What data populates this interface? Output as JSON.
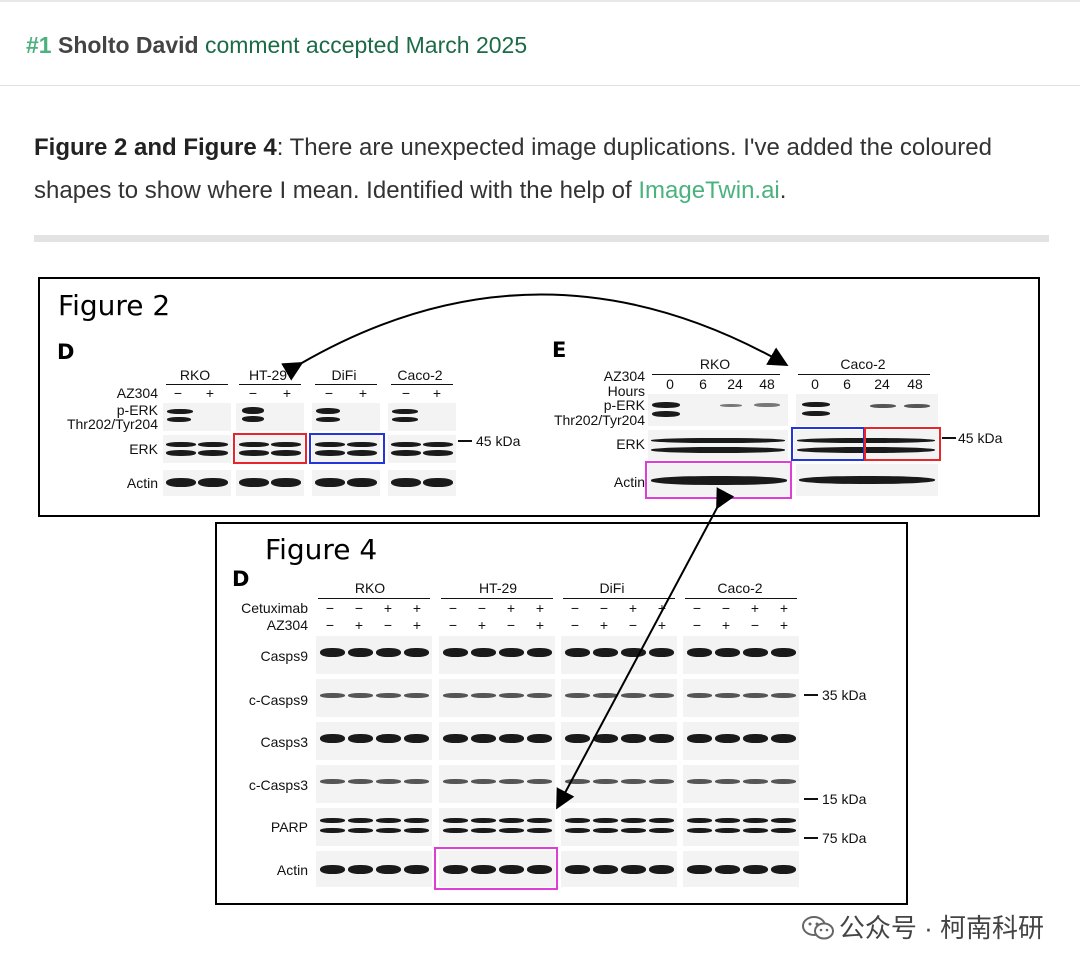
{
  "comment": {
    "number": "#1",
    "author": "Sholto David",
    "status": "comment accepted March 2025"
  },
  "body": {
    "bold": "Figure 2 and Figure 4",
    "text1": ": There are unexpected image duplications. I've added the coloured shapes to show where I mean. Identified with the help of ",
    "link": "ImageTwin.ai",
    "text2": "."
  },
  "fig2": {
    "title": "Figure 2",
    "D": {
      "letter": "D",
      "cells": [
        "RKO",
        "HT-29",
        "DiFi",
        "Caco-2"
      ],
      "treatment_label": "AZ304",
      "signs": [
        "−",
        "+"
      ],
      "rows": [
        "p-ERK",
        "Thr202/Tyr204",
        "ERK",
        "Actin"
      ],
      "kda": "45 kDa"
    },
    "E": {
      "letter": "E",
      "cells": [
        "RKO",
        "Caco-2"
      ],
      "treatment_label": "AZ304",
      "hours_label": "Hours",
      "hours": [
        "0",
        "6",
        "24",
        "48"
      ],
      "rows": [
        "p-ERK",
        "Thr202/Tyr204",
        "ERK",
        "Actin"
      ],
      "kda": "45 kDa"
    }
  },
  "fig4": {
    "title": "Figure 4",
    "D": {
      "letter": "D",
      "cells": [
        "RKO",
        "HT-29",
        "DiFi",
        "Caco-2"
      ],
      "treat1_label": "Cetuximab",
      "treat1_signs": [
        "−",
        "−",
        "+",
        "+"
      ],
      "treat2_label": "AZ304",
      "treat2_signs": [
        "−",
        "+",
        "−",
        "+"
      ],
      "rows": [
        "Casps9",
        "c-Casps9",
        "Casps3",
        "c-Casps3",
        "PARP",
        "Actin"
      ],
      "kda": [
        "35 kDa",
        "15 kDa",
        "75 kDa"
      ]
    }
  },
  "highlight_colors": {
    "red": "#e8252d",
    "blue": "#2336d8",
    "magenta": "#e03cd8"
  },
  "watermark": "公众号 · 柯南科研",
  "icons": [
    "wechat-icon"
  ]
}
